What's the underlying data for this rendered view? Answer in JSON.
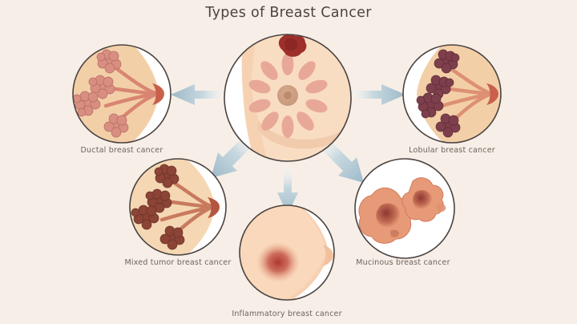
{
  "page": {
    "title": "Types of Breast Cancer",
    "background_color": "#f7efe7",
    "title_color": "#4b443f",
    "label_color": "#6c635d",
    "arrow_color": "#9cb8c8",
    "circle_stroke_color": "#4a4340"
  },
  "center": {
    "name": "central breast illustration",
    "description": "Breast profile with radial lobules around areola and a dark red tumor mass",
    "skin_color": "#f7d9bd",
    "lobule_color": "#e8a898",
    "areola_color": "#d2a286",
    "tumor_color": "#9e2f2b"
  },
  "types": [
    {
      "id": "ductal",
      "label": "Ductal breast cancer",
      "tissue_color": "#f3cfa8",
      "cluster_color": "#d98e82",
      "duct_color": "#d98573"
    },
    {
      "id": "lobular",
      "label": "Lobular breast cancer",
      "tissue_color": "#f3cfa8",
      "cluster_color": "#7e3f4c",
      "duct_color": "#dd9073"
    },
    {
      "id": "mixed-tumor",
      "label": "Mixed tumor breast cancer",
      "tissue_color": "#f5d7b4",
      "cluster_color": "#8b4436",
      "duct_color": "#c87a5e"
    },
    {
      "id": "mucinous",
      "label": "Mucinous breast cancer",
      "tissue_color": "#ffffff",
      "cluster_color": "#e79a78",
      "duct_color": "#8e3632"
    },
    {
      "id": "inflammatory",
      "label": "Inflammatory breast cancer",
      "tissue_color": "#f7d0b2",
      "cluster_color": "#c4584c",
      "duct_color": "#f5c6a6"
    }
  ],
  "arrows": [
    {
      "id": "arrow-to-ductal",
      "direction": "left"
    },
    {
      "id": "arrow-to-lobular",
      "direction": "right"
    },
    {
      "id": "arrow-to-mixed-tumor",
      "direction": "down-left"
    },
    {
      "id": "arrow-to-mucinous",
      "direction": "down-right"
    },
    {
      "id": "arrow-to-inflammatory",
      "direction": "down"
    }
  ]
}
